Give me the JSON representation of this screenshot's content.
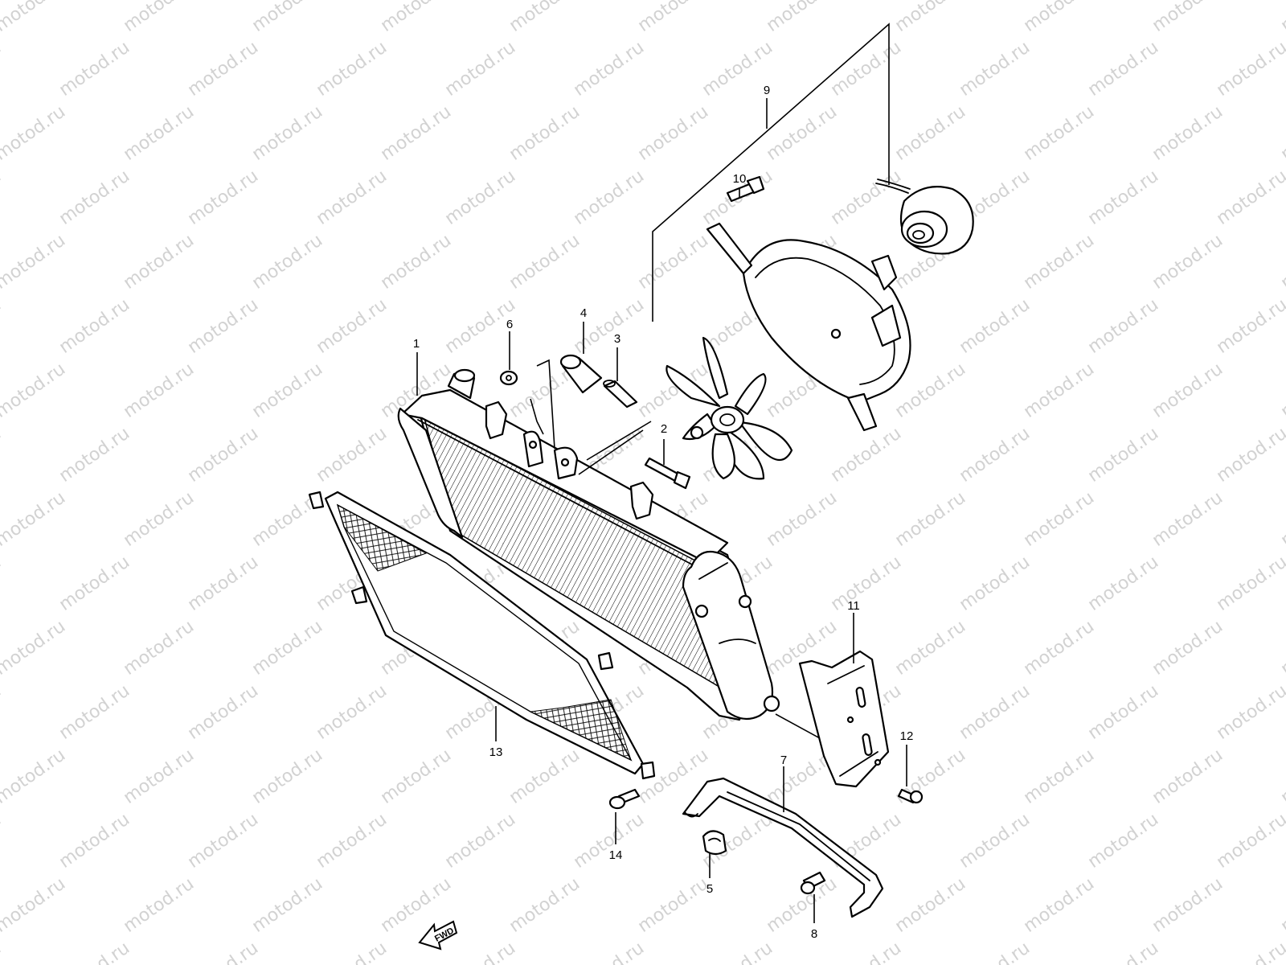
{
  "watermark": "motod.ru",
  "callouts": {
    "c1": "1",
    "c2": "2",
    "c3": "3",
    "c4": "4",
    "c5": "5",
    "c6": "6",
    "c7": "7",
    "c8": "8",
    "c9": "9",
    "c10": "10",
    "c11": "11",
    "c12": "12",
    "c13": "13",
    "c14": "14"
  },
  "fwd_label": "FWD"
}
